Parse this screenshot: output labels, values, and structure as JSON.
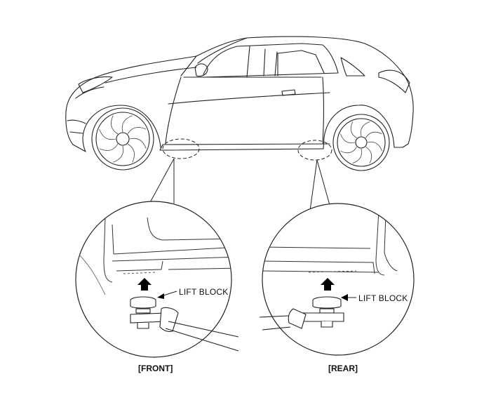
{
  "callouts": {
    "front_lift_block": "LIFT BLOCK",
    "rear_lift_block": "LIFT BLOCK"
  },
  "captions": {
    "front": "[FRONT]",
    "rear": "[REAR]"
  },
  "colors": {
    "line": "#222222",
    "light_line": "#777777",
    "arrow": "#000000"
  }
}
